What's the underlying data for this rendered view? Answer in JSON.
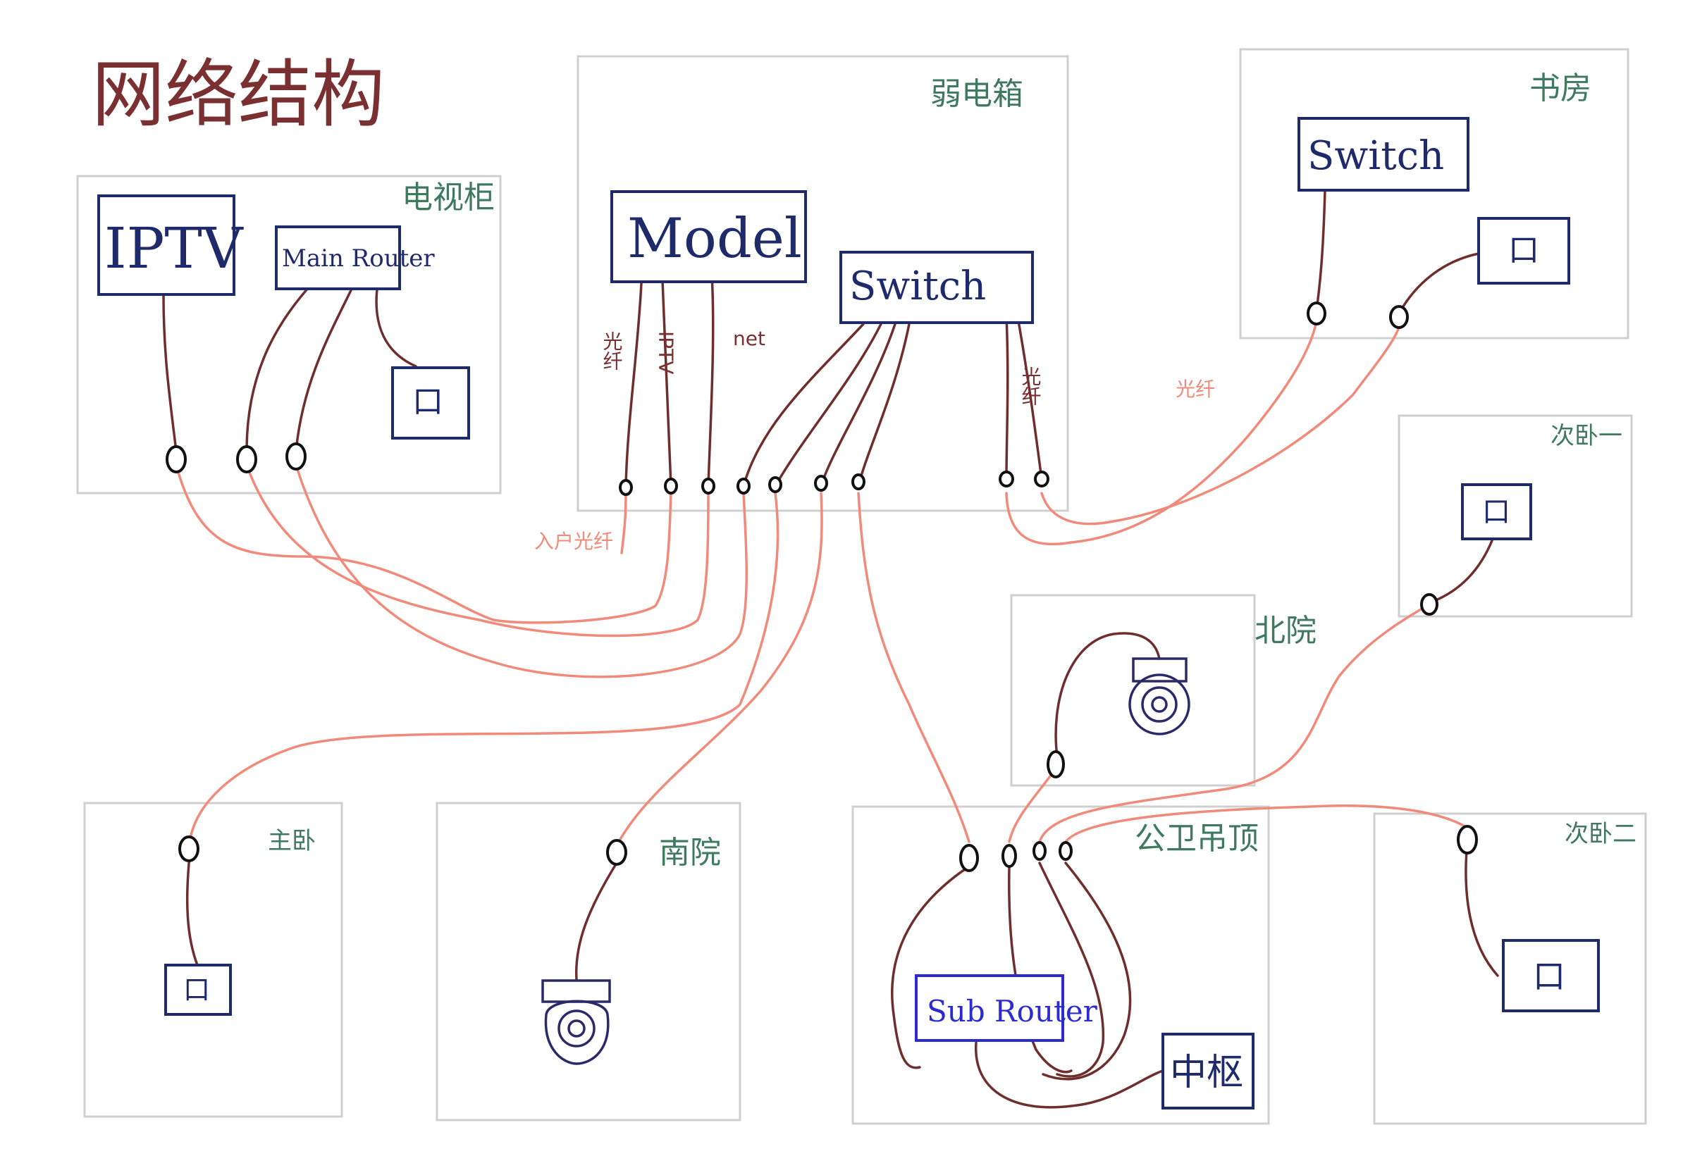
{
  "title": "网络结构",
  "rooms": {
    "weak_box": "弱电箱",
    "tv_cabinet": "电视柜",
    "study": "书房",
    "second_bed_1": "次卧一",
    "north_yard": "北院",
    "master_bed": "主卧",
    "south_yard": "南院",
    "bathroom_ceiling": "公卫吊顶",
    "second_bed_2": "次卧二"
  },
  "devices": {
    "iptv": "IPTV",
    "main_router": "Main Router",
    "modem": "Model",
    "box_switch": "Switch",
    "study_switch": "Switch",
    "sub_router": "Sub Router",
    "hub": "中枢"
  },
  "wire_labels": {
    "fiber": "光纤",
    "iptv": "IPTV",
    "net": "net",
    "switch_fiber": "光纤",
    "inbound_fiber": "入户光纤",
    "study_fiber": "光纤"
  },
  "colors": {
    "room_border": "#cfcfcf",
    "device": "#1f2a6b",
    "inner_wire": "#6e2e2e",
    "outer_wire": "#f08a7a",
    "room_label": "#3f7a5e",
    "title": "#7a3030"
  },
  "icons": {
    "wall_socket": "socket-icon",
    "camera": "camera-icon",
    "port": "port-icon"
  }
}
